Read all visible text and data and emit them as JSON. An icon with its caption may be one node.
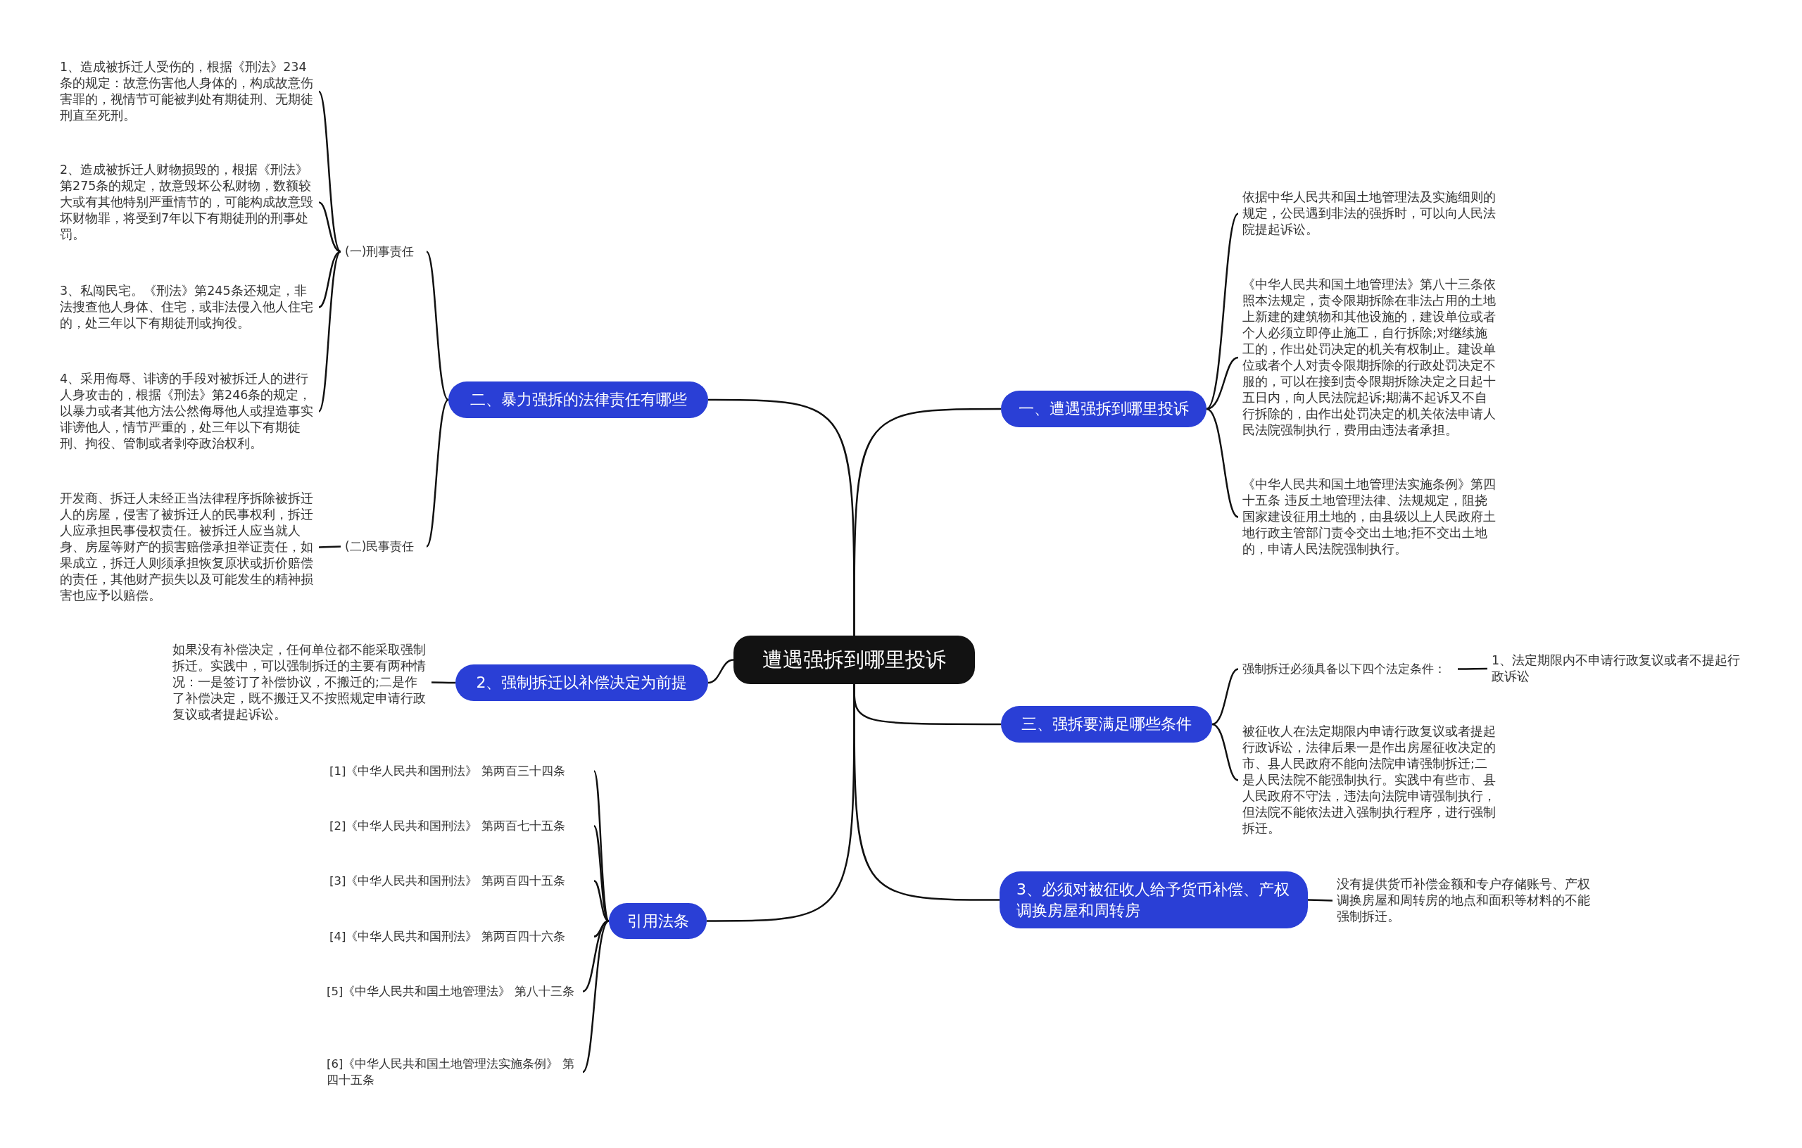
{
  "diagram": {
    "nodes": [
      {
        "text": [
          "遭遇强拆到哪里投诉"
        ]
      },
      {
        "text": [
          "二、暴力强拆的法律责任有哪些"
        ]
      },
      {
        "text": [
          "(一)刑事责任"
        ]
      },
      {
        "text": [
          "1、造成被拆迁人受伤的，根据《刑法》234条的规定：故意伤害他人身体的，构成故意伤害罪的，视情节可能被判处有期徒刑、无期徒刑直至死刑。"
        ]
      },
      {
        "text": [
          "2、造成被拆迁人财物损毁的，根据《刑法》第275条的规定，故意毁坏公私财物，数额较大或有其他特别严重情节的，可能构成故意毁坏财物罪，将受到7年以下有期徒刑的刑事处罚。"
        ]
      },
      {
        "text": [
          "3、私闯民宅。《刑法》第245条还规定，非法搜查他人身体、住宅，或非法侵入他人住宅的，处三年以下有期徒刑或拘役。"
        ]
      },
      {
        "text": [
          "4、采用侮辱、诽谤的手段对被拆迁人的进行人身攻击的，根据《刑法》第246条的规定，以暴力或者其他方法公然侮辱他人或捏造事实诽谤他人，情节严重的，处三年以下有期徒刑、拘役、管制或者剥夺政治权利。"
        ]
      },
      {
        "text": [
          "(二)民事责任"
        ]
      },
      {
        "text": [
          "开发商、拆迁人未经正当法律程序拆除被拆迁人的房屋，侵害了被拆迁人的民事权利，拆迁人应承担民事侵权责任。被拆迁人应当就人身、房屋等财产的损害赔偿承担举证责任，如果成立，拆迁人则须承担恢复原状或折价赔偿的责任，其他财产损失以及可能发生的精神损害也应予以赔偿。"
        ]
      },
      {
        "text": [
          "2、强制拆迁以补偿决定为前提"
        ]
      },
      {
        "text": [
          "如果没有补偿决定，任何单位都不能采取强制拆迁。实践中，可以强制拆迁的主要有两种情况：一是签订了补偿协议，不搬迁的;二是作了补偿决定，既不搬迁又不按照规定申请行政复议或者提起诉讼。"
        ]
      },
      {
        "text": [
          "引用法条"
        ]
      },
      {
        "text": [
          "[1]《中华人民共和国刑法》 第两百三十四条"
        ]
      },
      {
        "text": [
          "[2]《中华人民共和国刑法》 第两百七十五条"
        ]
      },
      {
        "text": [
          "[3]《中华人民共和国刑法》 第两百四十五条"
        ]
      },
      {
        "text": [
          "[4]《中华人民共和国刑法》 第两百四十六条"
        ]
      },
      {
        "text": [
          "[5]《中华人民共和国土地管理法》 第八十三条"
        ]
      },
      {
        "text": [
          "[6]《中华人民共和国土地管理法实施条例》 第四十五条"
        ]
      },
      {
        "text": [
          "一、遭遇强拆到哪里投诉"
        ]
      },
      {
        "text": [
          "依据中华人民共和国土地管理法及实施细则的规定，公民遇到非法的强拆时，可以向人民法院提起诉讼。"
        ]
      },
      {
        "text": [
          "《中华人民共和国土地管理法》第八十三条依照本法规定，责令限期拆除在非法占用的土地上新建的建筑物和其他设施的，建设单位或者个人必须立即停止施工，自行拆除;对继续施工的，作出处罚决定的机关有权制止。建设单位或者个人对责令限期拆除的行政处罚决定不服的，可以在接到责令限期拆除决定之日起十五日内，向人民法院起诉;期满不起诉又不自行拆除的，由作出处罚决定的机关依法申请人民法院强制执行，费用由违法者承担。"
        ]
      },
      {
        "text": [
          "《中华人民共和国土地管理法实施条例》第四十五条 违反土地管理法律、法规规定，阻挠国家建设征用土地的，由县级以上人民政府土地行政主管部门责令交出土地;拒不交出土地的，申请人民法院强制执行。"
        ]
      },
      {
        "text": [
          "三、强拆要满足哪些条件"
        ]
      },
      {
        "text": [
          "强制拆迁必须具备以下四个法定条件："
        ]
      },
      {
        "text": [
          "1、法定期限内不申请行政复议或者不提起行政诉讼"
        ]
      },
      {
        "text": [
          "被征收人在法定期限内申请行政复议或者提起行政诉讼，法律后果一是作出房屋征收决定的市、县人民政府不能向法院申请强制拆迁;二是人民法院不能强制执行。实践中有些市、县人民政府不守法，违法向法院申请强制执行，但法院不能依法进入强制执行程序，进行强制拆迁。"
        ]
      },
      {
        "text": [
          "3、必须对被征收人给予货币补偿、产权调换房屋和周转房"
        ]
      },
      {
        "text": [
          "没有提供货币补偿金额和专户存储账号、产权调换房屋和周转房的地点和面积等材料的不能强制拆迁。"
        ]
      }
    ],
    "edges": [
      {
        "from": 0,
        "to": 1,
        "arrow": "none"
      },
      {
        "from": 0,
        "to": 9,
        "arrow": "none"
      },
      {
        "from": 0,
        "to": 11,
        "arrow": "none"
      },
      {
        "from": 0,
        "to": 18,
        "arrow": "none"
      },
      {
        "from": 0,
        "to": 22,
        "arrow": "none"
      },
      {
        "from": 0,
        "to": 26,
        "arrow": "none"
      },
      {
        "from": 1,
        "to": 2,
        "arrow": "none"
      },
      {
        "from": 1,
        "to": 7,
        "arrow": "none"
      },
      {
        "from": 2,
        "to": 3,
        "arrow": "none"
      },
      {
        "from": 2,
        "to": 4,
        "arrow": "none"
      },
      {
        "from": 2,
        "to": 5,
        "arrow": "none"
      },
      {
        "from": 2,
        "to": 6,
        "arrow": "none"
      },
      {
        "from": 7,
        "to": 8,
        "arrow": "none"
      },
      {
        "from": 9,
        "to": 10,
        "arrow": "none"
      },
      {
        "from": 11,
        "to": 12,
        "arrow": "none"
      },
      {
        "from": 11,
        "to": 13,
        "arrow": "none"
      },
      {
        "from": 11,
        "to": 14,
        "arrow": "none"
      },
      {
        "from": 11,
        "to": 15,
        "arrow": "none"
      },
      {
        "from": 11,
        "to": 16,
        "arrow": "none"
      },
      {
        "from": 11,
        "to": 17,
        "arrow": "none"
      },
      {
        "from": 18,
        "to": 19,
        "arrow": "none"
      },
      {
        "from": 18,
        "to": 20,
        "arrow": "none"
      },
      {
        "from": 18,
        "to": 21,
        "arrow": "none"
      },
      {
        "from": 22,
        "to": 23,
        "arrow": "none"
      },
      {
        "from": 22,
        "to": 25,
        "arrow": "none"
      },
      {
        "from": 23,
        "to": 24,
        "arrow": "none"
      },
      {
        "from": 26,
        "to": 27,
        "arrow": "none"
      }
    ]
  }
}
